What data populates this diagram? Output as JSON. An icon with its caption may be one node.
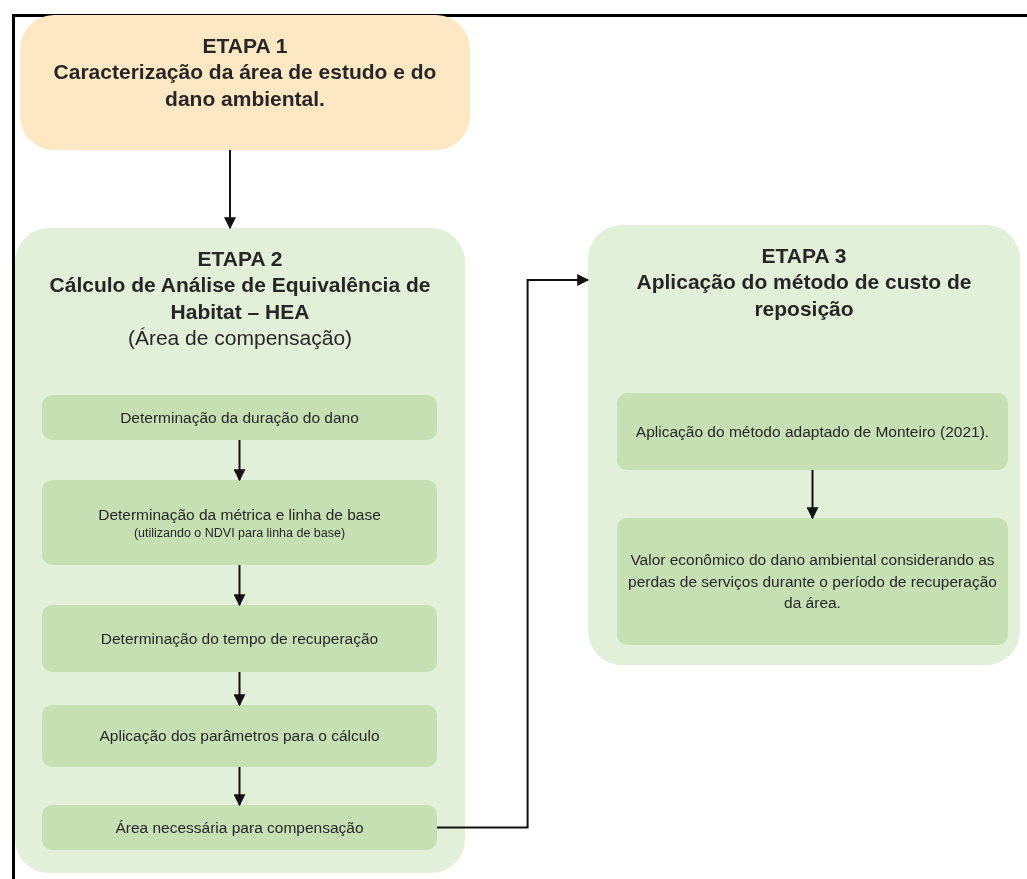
{
  "diagram": {
    "nodes": [
      {
        "text": [
          "ETAPA 1",
          "Caracterização da área de estudo e do dano ambiental."
        ]
      },
      {
        "text": [
          "ETAPA 2",
          "Cálculo de Análise de Equivalência de Habitat – HEA",
          "(Área de compensação)"
        ]
      },
      {
        "text": [
          "Determinação da duração do dano"
        ],
        "in": 1
      },
      {
        "text": [
          "Determinação da métrica e linha de base",
          "(utilizando o NDVI para linha de base)"
        ],
        "in": 1
      },
      {
        "text": [
          "Determinação do tempo de recuperação"
        ],
        "in": 1
      },
      {
        "text": [
          "Aplicação dos parâmetros para o cálculo"
        ],
        "in": 1
      },
      {
        "text": [
          "Área necessária para compensação"
        ],
        "in": 1
      },
      {
        "text": [
          "ETAPA 3",
          "Aplicação do método de custo de reposição"
        ]
      },
      {
        "text": [
          "Aplicação do método adaptado de Monteiro (2021)."
        ],
        "in": 7
      },
      {
        "text": [
          "Valor econômico do dano ambiental considerando as perdas de serviços durante o período de recuperação da área."
        ],
        "in": 7
      }
    ],
    "edges": [
      {
        "from": 0,
        "to": 1,
        "arrow": "to"
      },
      {
        "from": 2,
        "to": 3,
        "arrow": "to"
      },
      {
        "from": 3,
        "to": 4,
        "arrow": "to"
      },
      {
        "from": 4,
        "to": 5,
        "arrow": "to"
      },
      {
        "from": 5,
        "to": 6,
        "arrow": "to"
      },
      {
        "from": 6,
        "to": 7,
        "arrow": "to"
      },
      {
        "from": 8,
        "to": 9,
        "arrow": "to"
      }
    ]
  }
}
